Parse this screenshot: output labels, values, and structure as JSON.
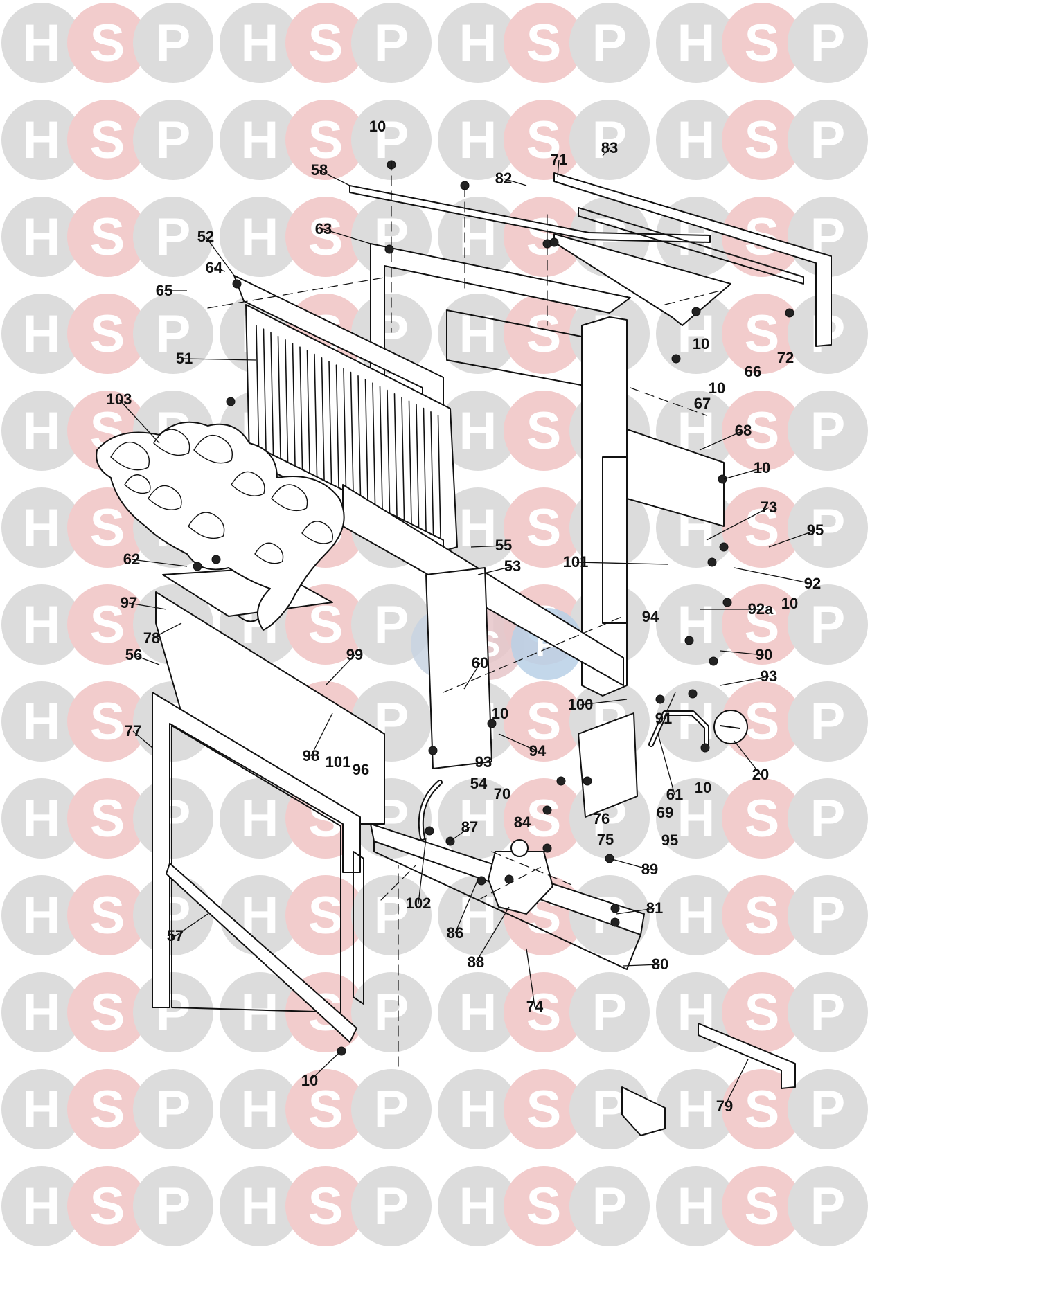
{
  "watermark": {
    "letters": [
      "H",
      "S",
      "P"
    ],
    "colors": {
      "H": "#dcdcdc",
      "S": "#f2cccc",
      "P": "#dcdcdc",
      "letter": "#ffffff"
    },
    "center_badge": {
      "letters": [
        "H",
        "S",
        "P"
      ],
      "colors": [
        "#c8d4e2",
        "#e6c6c9",
        "#b9d0e6"
      ]
    }
  },
  "diagram": {
    "callouts": [
      {
        "id": "c-10-top",
        "text": "10"
      },
      {
        "id": "c-58",
        "text": "58"
      },
      {
        "id": "c-82",
        "text": "82"
      },
      {
        "id": "c-71",
        "text": "71"
      },
      {
        "id": "c-83",
        "text": "83"
      },
      {
        "id": "c-63",
        "text": "63"
      },
      {
        "id": "c-52",
        "text": "52"
      },
      {
        "id": "c-64",
        "text": "64"
      },
      {
        "id": "c-65",
        "text": "65"
      },
      {
        "id": "c-51",
        "text": "51"
      },
      {
        "id": "c-10-a",
        "text": "10"
      },
      {
        "id": "c-66",
        "text": "66"
      },
      {
        "id": "c-72",
        "text": "72"
      },
      {
        "id": "c-10-b",
        "text": "10"
      },
      {
        "id": "c-67",
        "text": "67"
      },
      {
        "id": "c-103",
        "text": "103"
      },
      {
        "id": "c-68",
        "text": "68"
      },
      {
        "id": "c-10-c",
        "text": "10"
      },
      {
        "id": "c-73",
        "text": "73"
      },
      {
        "id": "c-95-a",
        "text": "95"
      },
      {
        "id": "c-55",
        "text": "55"
      },
      {
        "id": "c-101-a",
        "text": "101"
      },
      {
        "id": "c-53",
        "text": "53"
      },
      {
        "id": "c-92",
        "text": "92"
      },
      {
        "id": "c-62",
        "text": "62"
      },
      {
        "id": "c-92a",
        "text": "92a"
      },
      {
        "id": "c-10-d",
        "text": "10"
      },
      {
        "id": "c-97",
        "text": "97"
      },
      {
        "id": "c-94-a",
        "text": "94"
      },
      {
        "id": "c-78",
        "text": "78"
      },
      {
        "id": "c-56",
        "text": "56"
      },
      {
        "id": "c-99",
        "text": "99"
      },
      {
        "id": "c-90",
        "text": "90"
      },
      {
        "id": "c-60",
        "text": "60"
      },
      {
        "id": "c-93-a",
        "text": "93"
      },
      {
        "id": "c-10-e",
        "text": "10"
      },
      {
        "id": "c-100",
        "text": "100"
      },
      {
        "id": "c-91",
        "text": "91"
      },
      {
        "id": "c-77",
        "text": "77"
      },
      {
        "id": "c-94-b",
        "text": "94"
      },
      {
        "id": "c-98",
        "text": "98"
      },
      {
        "id": "c-101-b",
        "text": "101"
      },
      {
        "id": "c-96",
        "text": "96"
      },
      {
        "id": "c-93-b",
        "text": "93"
      },
      {
        "id": "c-20",
        "text": "20"
      },
      {
        "id": "c-54",
        "text": "54"
      },
      {
        "id": "c-61",
        "text": "61"
      },
      {
        "id": "c-10-f",
        "text": "10"
      },
      {
        "id": "c-70",
        "text": "70"
      },
      {
        "id": "c-69",
        "text": "69"
      },
      {
        "id": "c-76",
        "text": "76"
      },
      {
        "id": "c-87",
        "text": "87"
      },
      {
        "id": "c-84",
        "text": "84"
      },
      {
        "id": "c-75",
        "text": "75"
      },
      {
        "id": "c-95-b",
        "text": "95"
      },
      {
        "id": "c-89",
        "text": "89"
      },
      {
        "id": "c-102",
        "text": "102"
      },
      {
        "id": "c-81",
        "text": "81"
      },
      {
        "id": "c-86",
        "text": "86"
      },
      {
        "id": "c-57",
        "text": "57"
      },
      {
        "id": "c-88",
        "text": "88"
      },
      {
        "id": "c-80",
        "text": "80"
      },
      {
        "id": "c-74",
        "text": "74"
      },
      {
        "id": "c-10-g",
        "text": "10"
      },
      {
        "id": "c-79",
        "text": "79"
      }
    ]
  }
}
